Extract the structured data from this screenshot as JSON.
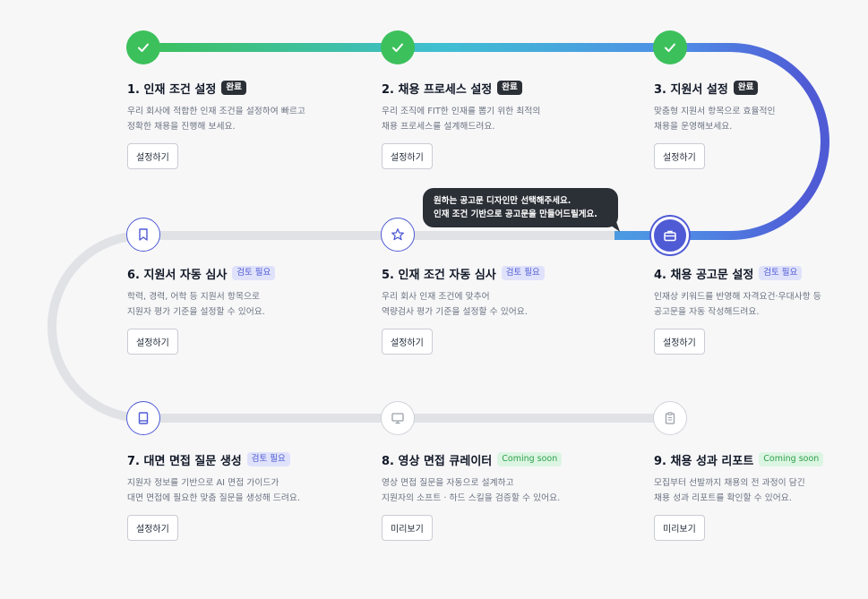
{
  "colors": {
    "done": "#3cc05b",
    "review": "#4f5bd5",
    "soon_green": "#2fa14d",
    "track_gray": "#e1e2e6",
    "dark": "#2b2f36"
  },
  "tooltip": {
    "text": "원하는 공고문 디자인만 선택해주세요.\n인재 조건 기반으로 공고문을 만들어드릴게요."
  },
  "steps": [
    {
      "title": "1. 인재 조건 설정",
      "badge": "완료",
      "desc": "우리 회사에 적합한 인재 조건을 설정하여 빠르고\n정확한 채용을 진행해 보세요.",
      "button": "설정하기",
      "icon": "check-icon"
    },
    {
      "title": "2. 채용 프로세스 설정",
      "badge": "완료",
      "desc": "우리 조직에 FIT한 인재를 뽑기 위한 최적의\n채용 프로세스를 설계해드려요.",
      "button": "설정하기",
      "icon": "check-icon"
    },
    {
      "title": "3. 지원서 설정",
      "badge": "완료",
      "desc": "맞춤형 지원서 항목으로 효율적인\n채용을 운영해보세요.",
      "button": "설정하기",
      "icon": "check-icon"
    },
    {
      "title": "4. 채용 공고문 설정",
      "badge": "검토 필요",
      "desc": "인재상 키워드를 반영해 자격요건·우대사항 등\n공고문을 자동 작성해드려요.",
      "button": "설정하기",
      "icon": "briefcase-icon"
    },
    {
      "title": "5. 인재 조건 자동 심사",
      "badge": "검토 필요",
      "desc": "우리 회사 인재 조건에 맞추어\n역량검사 평가 기준을 설정할 수 있어요.",
      "button": "설정하기",
      "icon": "star-icon"
    },
    {
      "title": "6. 지원서 자동 심사",
      "badge": "검토 필요",
      "desc": "학력, 경력, 어학 등 지원서 항목으로\n지원자 평가 기준을 설정할 수 있어요.",
      "button": "설정하기",
      "icon": "bookmark-icon"
    },
    {
      "title": "7. 대면 면접 질문 생성",
      "badge": "검토 필요",
      "desc": "지원자 정보를 기반으로 AI 면접 가이드가\n대면 면접에 필요한 맞춤 질문을 생성해 드려요.",
      "button": "설정하기",
      "icon": "book-icon"
    },
    {
      "title": "8. 영상 면접 큐레이터",
      "badge": "Coming soon",
      "desc": "영상 면접 질문을 자동으로 설계하고\n지원자의 소프트 · 하드 스킬을 검증할 수 있어요.",
      "button": "미리보기",
      "icon": "monitor-icon"
    },
    {
      "title": "9. 채용 성과 리포트",
      "badge": "Coming soon",
      "desc": "모집부터 선발까지 채용의 전 과정이 담긴\n채용 성과 리포트를 확인할 수 있어요.",
      "button": "미리보기",
      "icon": "clipboard-icon"
    }
  ]
}
